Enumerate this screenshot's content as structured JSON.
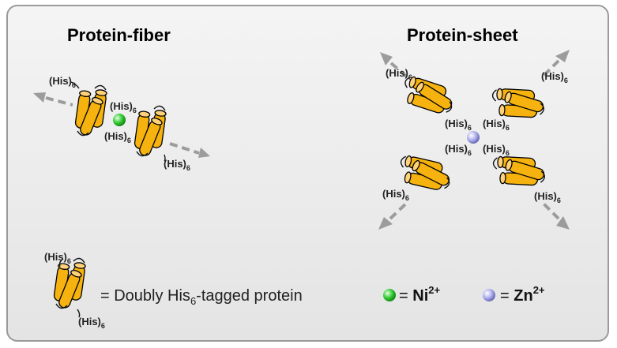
{
  "titles": {
    "fiber": "Protein-fiber",
    "sheet": "Protein-sheet"
  },
  "tag": {
    "base": "(His)",
    "subscript": "6"
  },
  "legend": {
    "protein_prefix": "= Doubly His",
    "protein_subscript": "6",
    "protein_suffix": "-tagged protein",
    "ni_eq": "= ",
    "ni_label": "Ni",
    "ni_charge": "2+",
    "zn_eq": "= ",
    "zn_label": "Zn",
    "zn_charge": "2+"
  },
  "colors": {
    "protein_fill": "#f6b30f",
    "ni_ion": "#3ccf3c",
    "zn_ion": "#b4b4f0",
    "arrow": "#9c9c9c"
  },
  "icons": [
    "helix-bundle-protein",
    "ni-ion-sphere",
    "zn-ion-sphere",
    "assembly-direction-arrow"
  ]
}
